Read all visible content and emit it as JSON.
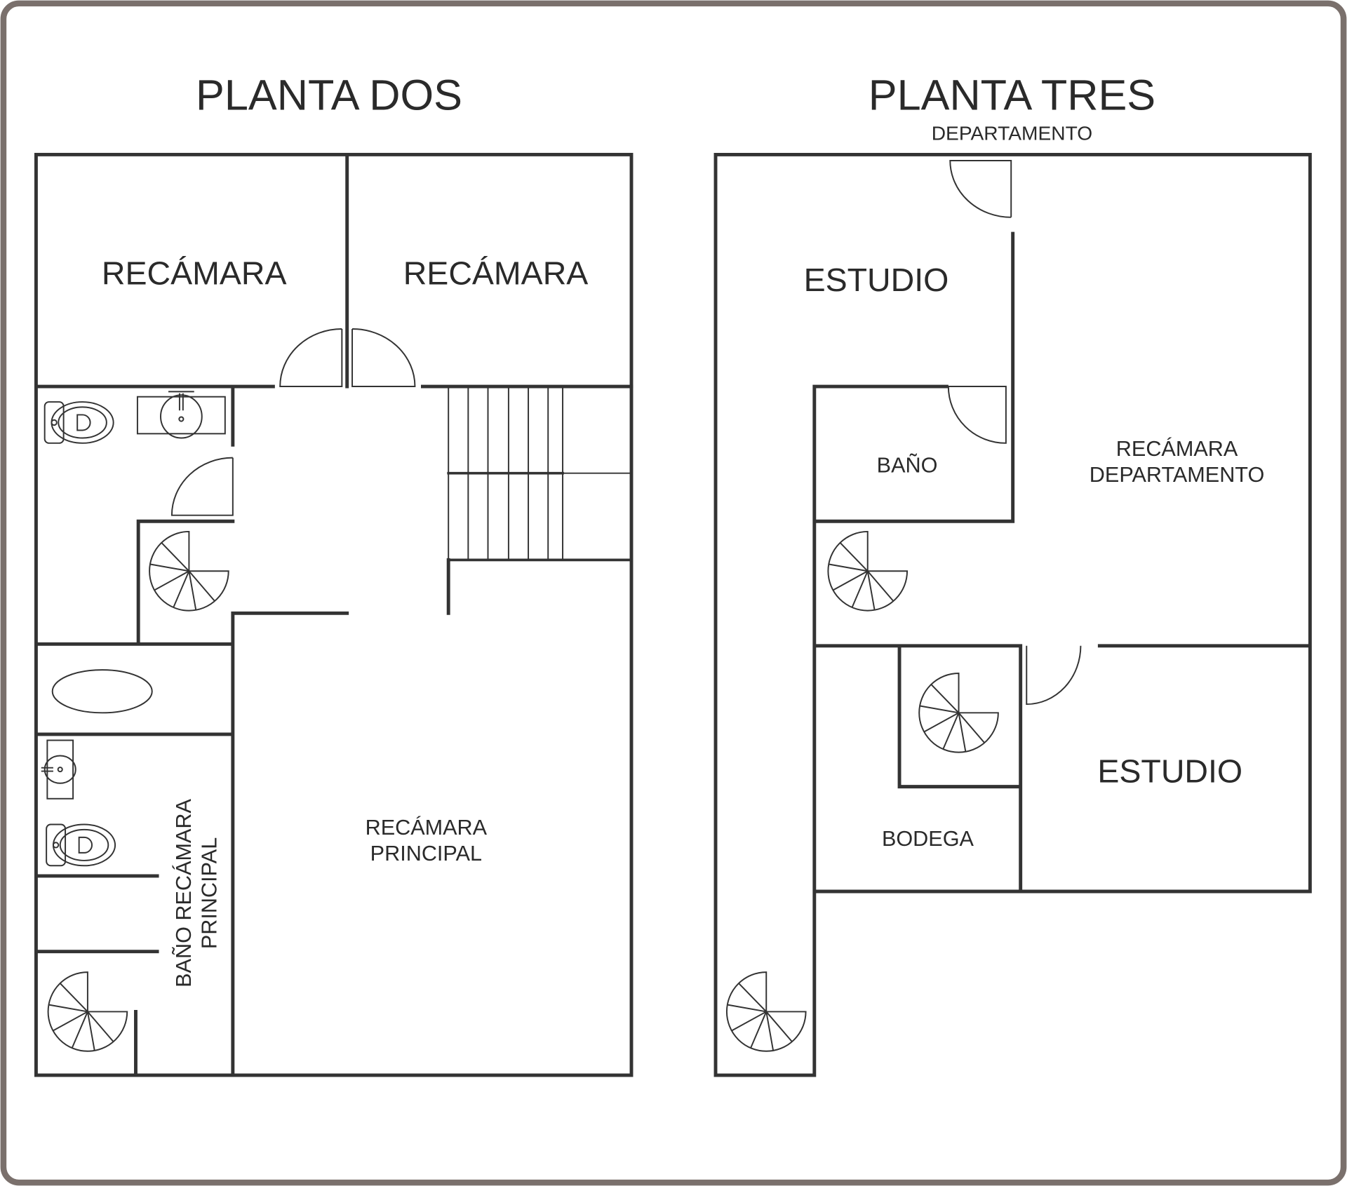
{
  "plans": [
    {
      "title": "PLANTA DOS",
      "rooms": {
        "bedroom_1": "RECÁMARA",
        "bedroom_2": "RECÁMARA",
        "master_line1": "RECÁMARA",
        "master_line2": "PRINCIPAL",
        "master_bath_line1": "BAÑO RECÁMARA",
        "master_bath_line2": "PRINCIPAL"
      }
    },
    {
      "title": "PLANTA TRES",
      "subtitle": "DEPARTAMENTO",
      "rooms": {
        "study_1": "ESTUDIO",
        "bath": "BAÑO",
        "apt_bedroom_line1": "RECÁMARA",
        "apt_bedroom_line2": "DEPARTAMENTO",
        "storage": "BODEGA",
        "study_2": "ESTUDIO"
      }
    }
  ],
  "colors": {
    "frame": "#7a706c",
    "wall": "#333333"
  }
}
